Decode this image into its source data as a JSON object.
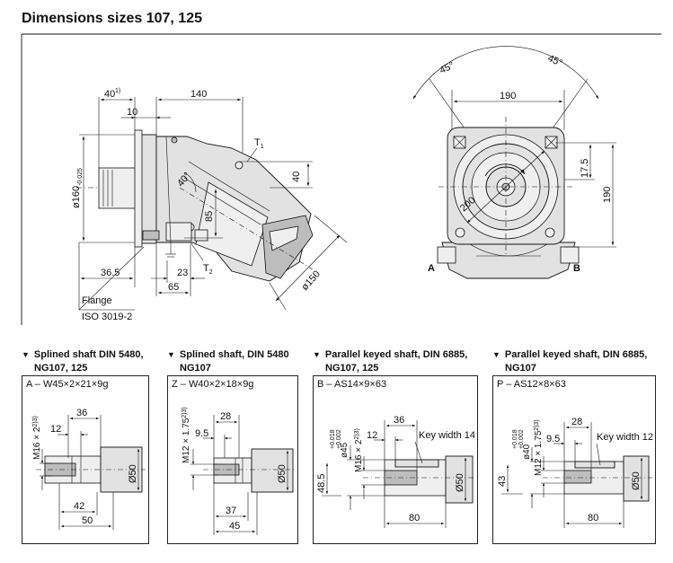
{
  "title": "Dimensions sizes 107, 125",
  "main_side_view": {
    "dims": {
      "d40": "40",
      "d40_sup": "1)",
      "d140": "140",
      "d10": "10",
      "d160": "ø160",
      "d160_tol": "-0.025",
      "t1": "T",
      "t1_sub": "1",
      "t2": "T",
      "t2_sub": "2",
      "d40r": "40",
      "d85": "85",
      "angle": "40°",
      "d36_5": "36.5",
      "d23": "23",
      "d65": "65",
      "d150": "ø150"
    },
    "flange_label": "Flange",
    "flange_std": "ISO 3019-2"
  },
  "front_view": {
    "dims": {
      "ang_left": "45°",
      "ang_right": "45°",
      "d190_top": "190",
      "d17_5": "17.5",
      "d190_side": "190",
      "d200": "200"
    },
    "port_a": "A",
    "port_b": "B"
  },
  "shaft_panels": [
    {
      "heading_line1": "Splined shaft DIN 5480,",
      "heading_line2": "NG107, 125",
      "box_label": "A – W45×2×21×9g",
      "thread": "M16 × 2",
      "thread_sup": "2)3)",
      "d_a": "36",
      "d_b": "12",
      "dia": "Ø50",
      "d_c": "42",
      "d_d": "50"
    },
    {
      "heading_line1": "Splined shaft, DIN 5480",
      "heading_line2": "NG107",
      "box_label": "Z – W40×2×18×9g",
      "thread": "M12 × 1.75",
      "thread_sup": "2)3)",
      "d_a": "28",
      "d_b": "9.5",
      "dia": "Ø50",
      "d_c": "37",
      "d_d": "45"
    },
    {
      "heading_line1": "Parallel keyed shaft, DIN 6885,",
      "heading_line2": "NG107, 125",
      "box_label": "B – AS14×9×63",
      "dia_tol": "ø45",
      "tol_hi": "+0.018",
      "tol_lo": "+0.002",
      "thread": "M16 × 2",
      "thread_sup": "2)3)",
      "d_a": "36",
      "d_b": "12",
      "key": "Key width 14",
      "d_h": "48.5",
      "dia": "Ø50",
      "d_d": "80"
    },
    {
      "heading_line1": "Parallel keyed shaft, DIN 6885,",
      "heading_line2": "NG107",
      "box_label": "P – AS12×8×63",
      "dia_tol": "ø40",
      "tol_hi": "+0.018",
      "tol_lo": "+0.002",
      "thread": "M12 × 1.75",
      "thread_sup": "2)3)",
      "d_a": "28",
      "d_b": "9.5",
      "key": "Key width 12",
      "d_h": "43",
      "dia": "Ø50",
      "d_d": "80"
    }
  ]
}
